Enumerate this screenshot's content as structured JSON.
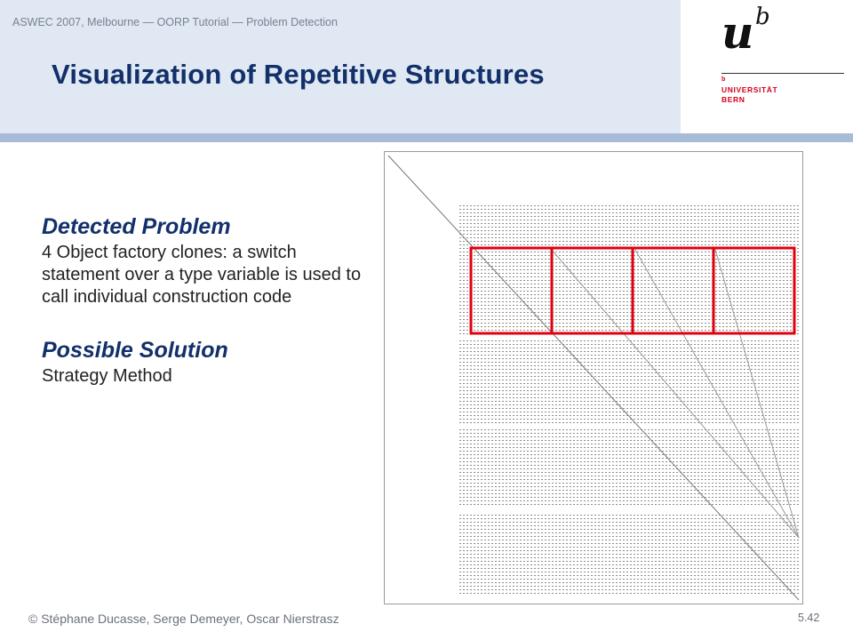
{
  "header": {
    "conference": "ASWEC 2007, Melbourne — OORP Tutorial — Problem Detection",
    "title": "Visualization of Repetitive Structures"
  },
  "logo": {
    "mark_letter": "u",
    "mark_superscript": "b",
    "superscript_small": "b",
    "line1": "UNIVERSITÄT",
    "line2": "BERN",
    "accent_color": "#d1001f"
  },
  "content": {
    "problem_heading": "Detected Problem",
    "problem_text": "4 Object factory clones: a switch statement over a type variable is used to call individual construction code",
    "solution_heading": "Possible Solution",
    "solution_text": "Strategy Method"
  },
  "figure": {
    "highlight_color": "#e0000f",
    "highlight_count": 4
  },
  "footer": {
    "copyright": "© Stéphane Ducasse, Serge Demeyer, Oscar Nierstrasz",
    "page": "5.42"
  }
}
